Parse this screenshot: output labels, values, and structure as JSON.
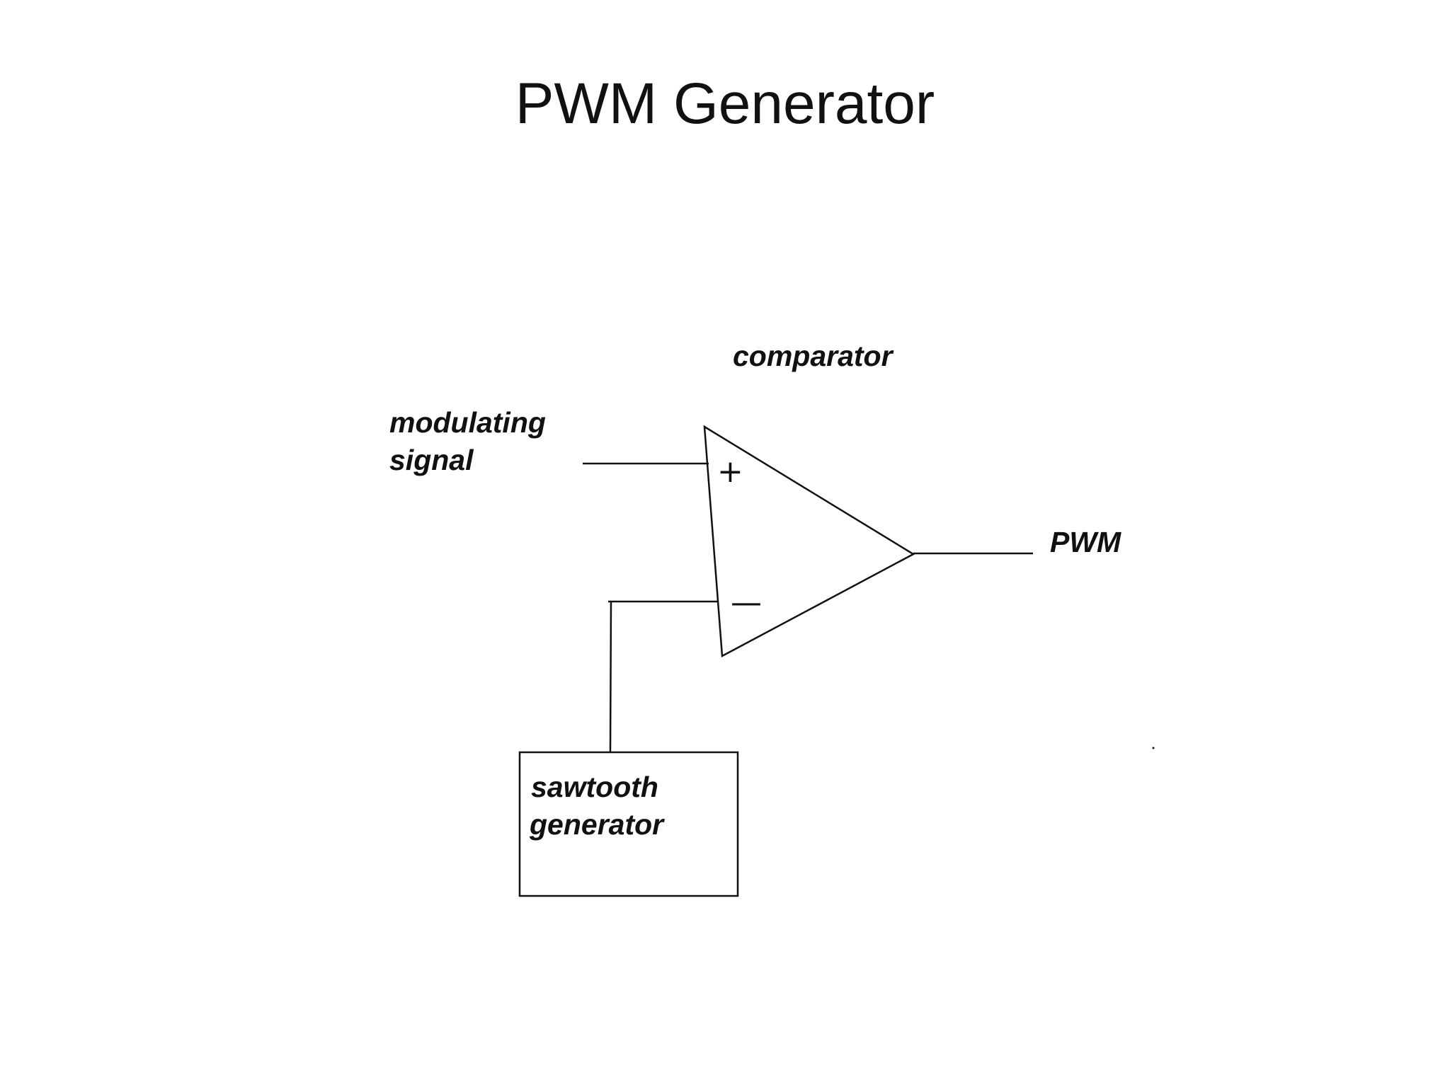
{
  "slide": {
    "title": "PWM Generator"
  },
  "diagram": {
    "comparator_label": "comparator",
    "input_label_line1": "modulating",
    "input_label_line2": "signal",
    "output_label": "PWM",
    "noninverting_sign": "+",
    "inverting_sign": "—",
    "generator_label_line1": "sawtooth",
    "generator_label_line2": "generator"
  },
  "colors": {
    "line": "#111111",
    "background": "#ffffff"
  }
}
